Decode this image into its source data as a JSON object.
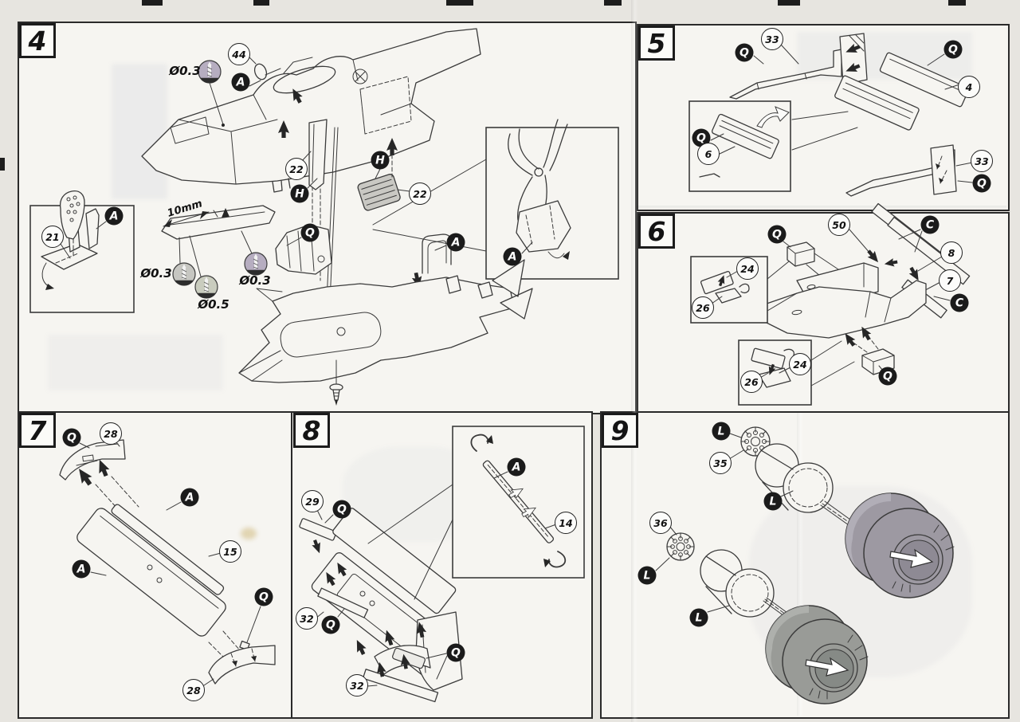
{
  "colors": {
    "paper": "#e7e5e0",
    "panel": "#f6f5f1",
    "ink": "#3b3b3b",
    "tire_top": "#9d99a2",
    "tire_hole_top": "#8e8a94",
    "tire_bottom": "#999b97",
    "tire_hole_bottom": "#868a86",
    "mesh": "#c9c8c3",
    "drill_gray": "#c6c6c1",
    "drill_green": "#c9ccbe",
    "drill_purple": "#b6adc0"
  },
  "steps": {
    "s4": {
      "num": "4",
      "n44": "44",
      "a1": "A",
      "d03a": "Ø0.3",
      "n22a": "22",
      "h1": "H",
      "h2": "H",
      "n22b": "22",
      "n21": "21",
      "a2": "A",
      "d10": "10mm",
      "d03b": "Ø0.3",
      "d05": "Ø0.5",
      "d03c": "Ø0.3",
      "q1": "Q",
      "a3": "A",
      "a4": "A"
    },
    "s5": {
      "num": "5",
      "q1": "Q",
      "n33a": "33",
      "q2": "Q",
      "n4": "4",
      "q3": "Q",
      "n6": "6",
      "n33b": "33",
      "q4": "Q"
    },
    "s6": {
      "num": "6",
      "n50": "50",
      "c1": "C",
      "n8": "8",
      "n7": "7",
      "c2": "C",
      "q1": "Q",
      "n24a": "24",
      "n26a": "26",
      "n24b": "24",
      "n26b": "26",
      "q2": "Q"
    },
    "s7": {
      "num": "7",
      "q1": "Q",
      "n28a": "28",
      "a1": "A",
      "n15": "15",
      "a2": "A",
      "q2": "Q",
      "n28b": "28"
    },
    "s8": {
      "num": "8",
      "n29": "29",
      "q1": "Q",
      "n32a": "32",
      "q2": "Q",
      "n32b": "32",
      "q3": "Q",
      "a1": "A",
      "n14": "14"
    },
    "s9": {
      "num": "9",
      "l1": "L",
      "n35": "35",
      "l2": "L",
      "n36": "36",
      "l3": "L",
      "l4": "L"
    }
  }
}
